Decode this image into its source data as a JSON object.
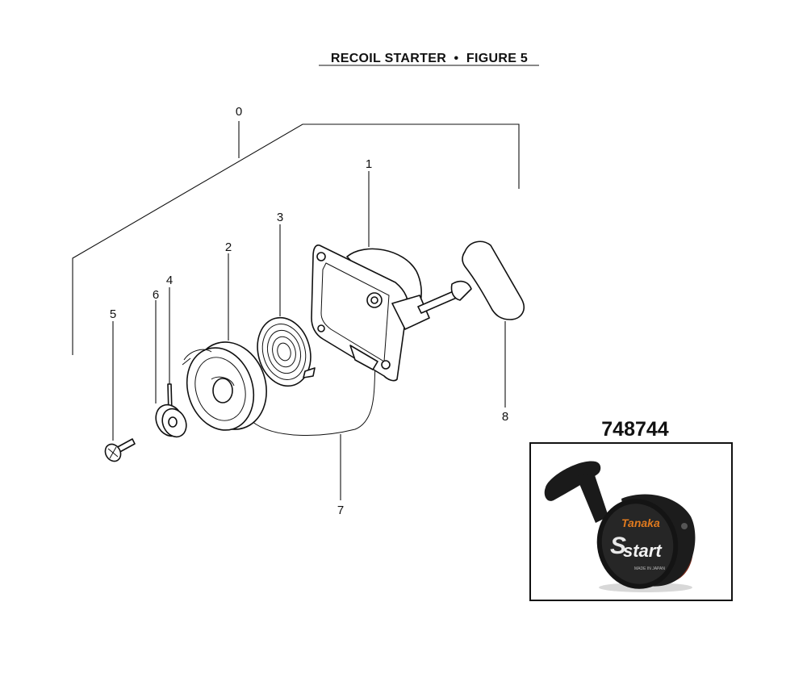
{
  "header": {
    "title": "RECOIL STARTER  •  FIGURE 5"
  },
  "callouts": [
    {
      "id": "0",
      "label": "0"
    },
    {
      "id": "1",
      "label": "1"
    },
    {
      "id": "2",
      "label": "2"
    },
    {
      "id": "3",
      "label": "3"
    },
    {
      "id": "4",
      "label": "4"
    },
    {
      "id": "5",
      "label": "5"
    },
    {
      "id": "6",
      "label": "6"
    },
    {
      "id": "7",
      "label": "7"
    },
    {
      "id": "8",
      "label": "8"
    }
  ],
  "assembly": {
    "part_number": "748744",
    "photo": {
      "brand": "Tanaka",
      "mark": "S",
      "word": "start",
      "fine_print": "MADE IN JAPAN"
    }
  },
  "colors": {
    "line": "#111111",
    "brand_orange": "#e07a1e",
    "housing_dark": "#1c1c1c",
    "rope_red": "#7a2a1a"
  }
}
